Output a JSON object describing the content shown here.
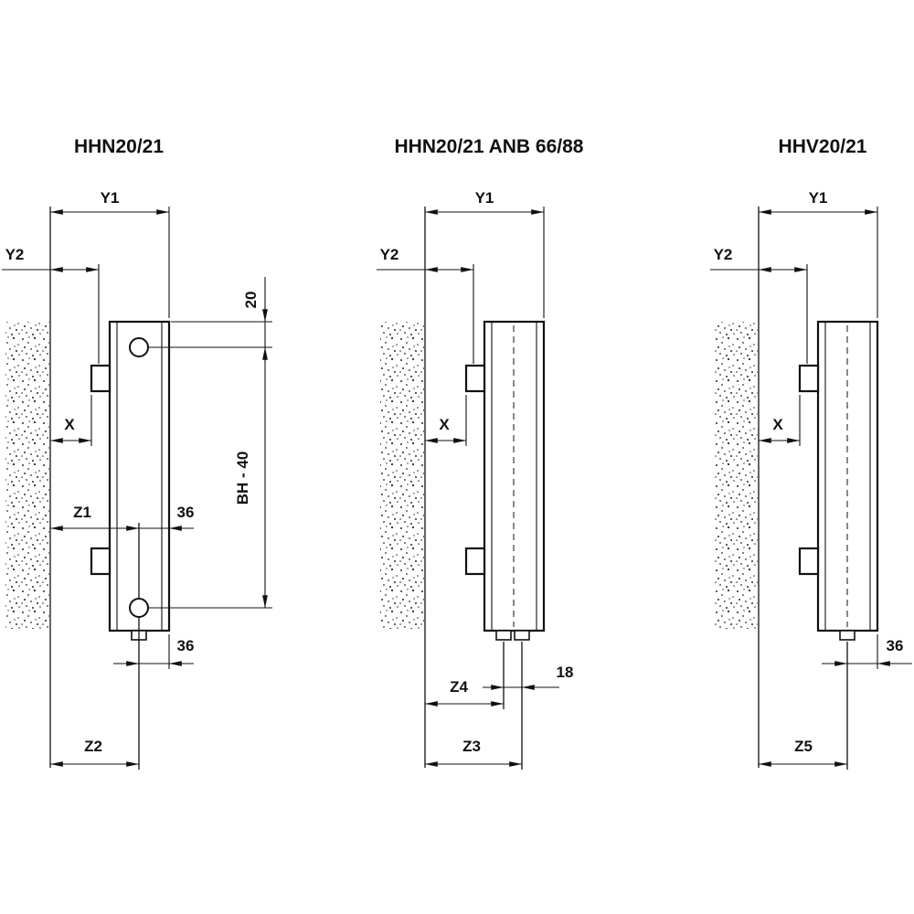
{
  "figure": {
    "background": "#ffffff",
    "line_color": "#111111",
    "panels": [
      {
        "title": "HHN20/21",
        "labels": {
          "y1": "Y1",
          "y2": "Y2",
          "x": "X",
          "top_offset": "20",
          "block_height": "BH - 40",
          "z1": "Z1",
          "mid_36": "36",
          "bottom_36": "36",
          "z2": "Z2"
        }
      },
      {
        "title": "HHN20/21 ANB 66/88",
        "labels": {
          "y1": "Y1",
          "y2": "Y2",
          "x": "X",
          "z4": "Z4",
          "spacing_18": "18",
          "z3": "Z3"
        }
      },
      {
        "title": "HHV20/21",
        "labels": {
          "y1": "Y1",
          "y2": "Y2",
          "x": "X",
          "bottom_36": "36",
          "z5": "Z5"
        }
      }
    ]
  }
}
